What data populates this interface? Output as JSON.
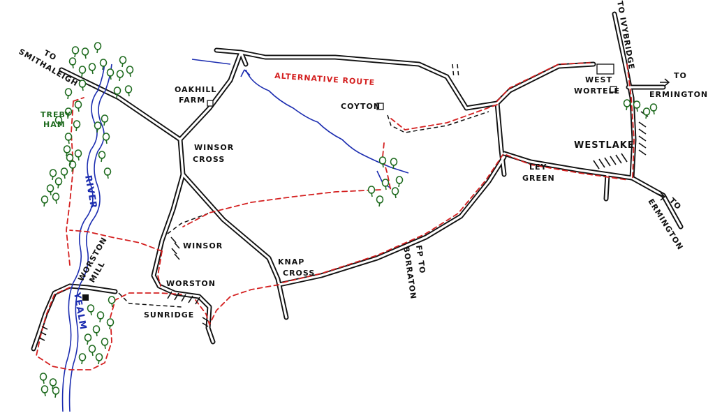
{
  "map": {
    "places": {
      "oakhill_farm_line1": "OAKHILL",
      "oakhill_farm_line2": "FARM",
      "coyton": "COYTON",
      "west_wortele_line1": "WEST",
      "west_wortele_line2": "WORTELE",
      "westlake": "WESTLAKE",
      "ley_green_line1": "LEY",
      "ley_green_line2": "GREEN",
      "winsor_cross_line1": "WINSOR",
      "winsor_cross_line2": "CROSS",
      "winsor": "WINSOR",
      "worston": "WORSTON",
      "worston_mill_line1": "WORSTON",
      "worston_mill_line2": "MILL",
      "sunridge": "SUNRIDGE",
      "knap_cross_line1": "KNAP",
      "knap_cross_line2": "CROSS",
      "trebyham_line1": "TREBY",
      "trebyham_line2": "HAM"
    },
    "directions": {
      "to_smithaleigh_to": "TO",
      "to_smithaleigh_place": "SMITHALEIGH",
      "to_ivybridge": "TO IVYBRIDGE",
      "to_ermington_east_to": "TO",
      "to_ermington_east_place": "ERMINGTON",
      "to_ermington_se_to": "TO",
      "to_ermington_se_place": "ERMINGTON",
      "fp_to_borraton_line1": "FP TO",
      "fp_to_borraton_line2": "BORRATON"
    },
    "rivers": {
      "river_label": "RIVER",
      "yealm_label": "YEALM"
    },
    "routes": {
      "alternative_route": "ALTERNATIVE ROUTE"
    },
    "colors": {
      "road": "#111111",
      "route": "#d42020",
      "river": "#1c2db0",
      "trees": "#1f6b1f"
    }
  }
}
